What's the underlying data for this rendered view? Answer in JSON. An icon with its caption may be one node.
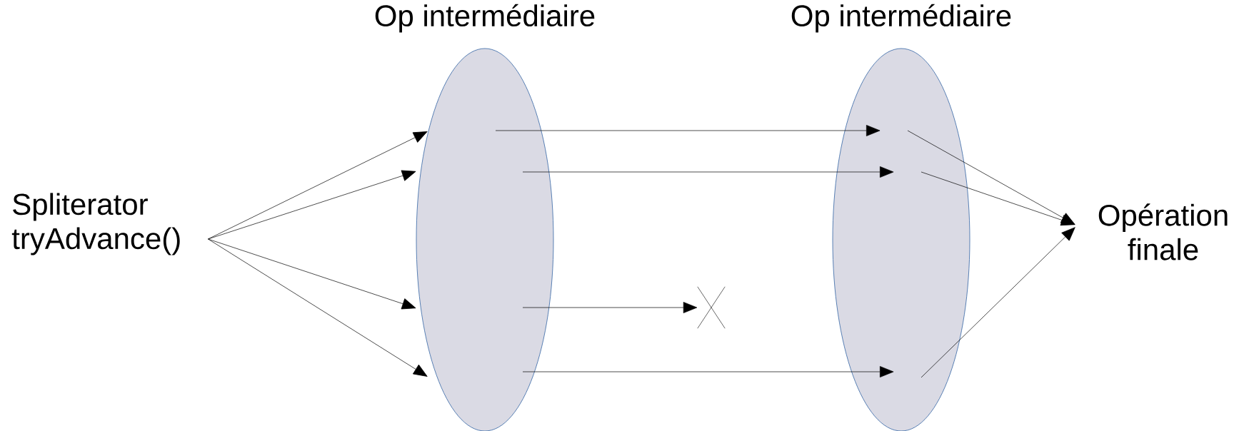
{
  "diagram": {
    "nodes": [
      {
        "text": [
          "Spliterator tryAdvance()"
        ]
      },
      {
        "text": [
          "Op intermédiaire"
        ]
      },
      {
        "text": [
          "Op intermédiaire"
        ]
      },
      {
        "text": [],
        "shape": "cross"
      },
      {
        "text": [
          "Opération finale"
        ]
      }
    ],
    "edges": [
      {
        "from": 0,
        "to": 1,
        "arrow": "to"
      },
      {
        "from": 0,
        "to": 1,
        "arrow": "to"
      },
      {
        "from": 0,
        "to": 1,
        "arrow": "to"
      },
      {
        "from": 0,
        "to": 1,
        "arrow": "to"
      },
      {
        "from": 1,
        "to": 2,
        "arrow": "to"
      },
      {
        "from": 1,
        "to": 2,
        "arrow": "to"
      },
      {
        "from": 1,
        "to": 3,
        "arrow": "to"
      },
      {
        "from": 1,
        "to": 2,
        "arrow": "to"
      },
      {
        "from": 2,
        "to": 4,
        "arrow": "to"
      },
      {
        "from": 2,
        "to": 4,
        "arrow": "to"
      },
      {
        "from": 2,
        "to": 4,
        "arrow": "to"
      }
    ]
  }
}
